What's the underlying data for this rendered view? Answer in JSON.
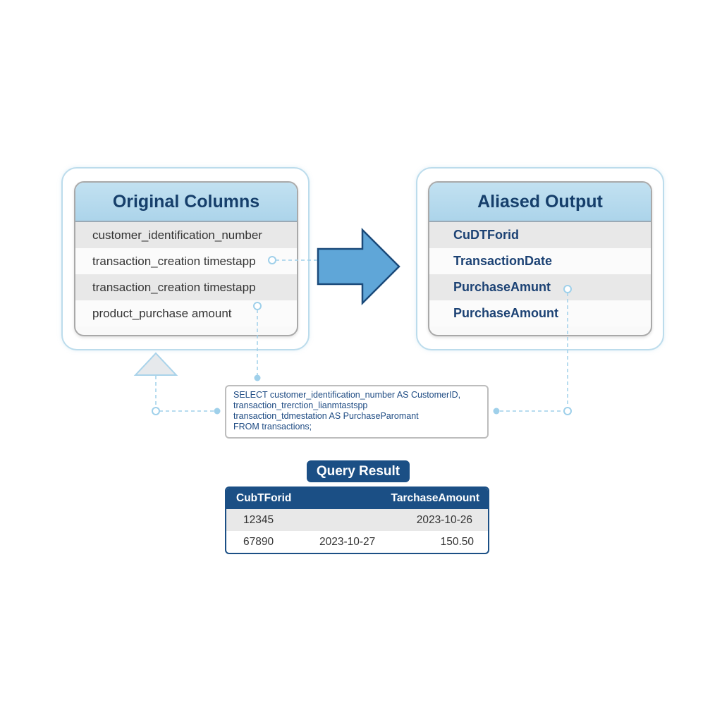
{
  "original": {
    "title": "Original Columns",
    "rows": [
      "customer_identification_number",
      "transaction_creation timestapp",
      "transaction_creation timestapp",
      "product_purchase amount"
    ]
  },
  "aliased": {
    "title": "Aliased Output",
    "rows": [
      "CuDTForid",
      "TransactionDate",
      "PurchaseAmunt",
      "PurchaseAmount"
    ]
  },
  "arrow_icon": "right-arrow",
  "sql": {
    "lines": [
      "SELECT customer_identification_number AS CustomerID,",
      "transaction_trerction_lianmtastspp",
      "transaction_tdmestation AS PurchaseParomant",
      "FROM transactions;"
    ]
  },
  "query_result": {
    "title": "Query Result",
    "headers": [
      "CubTForid",
      "",
      "TarchaseAmount"
    ],
    "rows": [
      [
        "12345",
        "",
        "2023-10-26"
      ],
      [
        "67890",
        "2023-10-27",
        "150.50"
      ]
    ]
  },
  "colors": {
    "header_bg": "#b6daee",
    "title_text": "#163f6b",
    "accent_dark": "#1b4f85",
    "arrow_fill": "#5fa6d8",
    "connector": "#9fd0ea"
  }
}
